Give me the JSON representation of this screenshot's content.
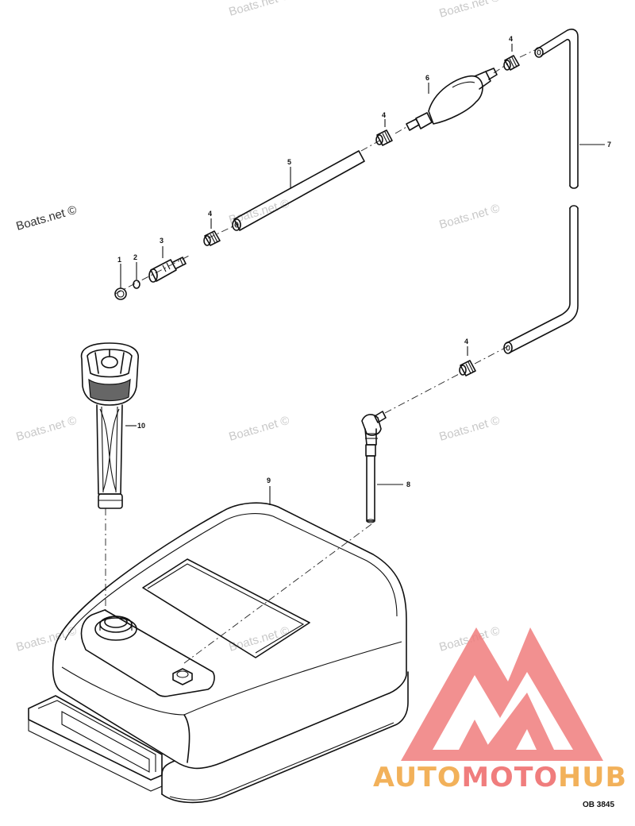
{
  "watermark": "Boats.net ©",
  "brand": {
    "part1": "AUTO",
    "part2": "MOTO",
    "part3": "HUB",
    "color_orange": "#f2b15a",
    "color_red": "#f07d7d",
    "logo_icon": "triangle-m-logo-icon"
  },
  "diagram_code": "OB 3845",
  "callouts": [
    "1",
    "2",
    "3",
    "4",
    "4",
    "4",
    "4",
    "5",
    "6",
    "7",
    "8",
    "9",
    "10"
  ]
}
